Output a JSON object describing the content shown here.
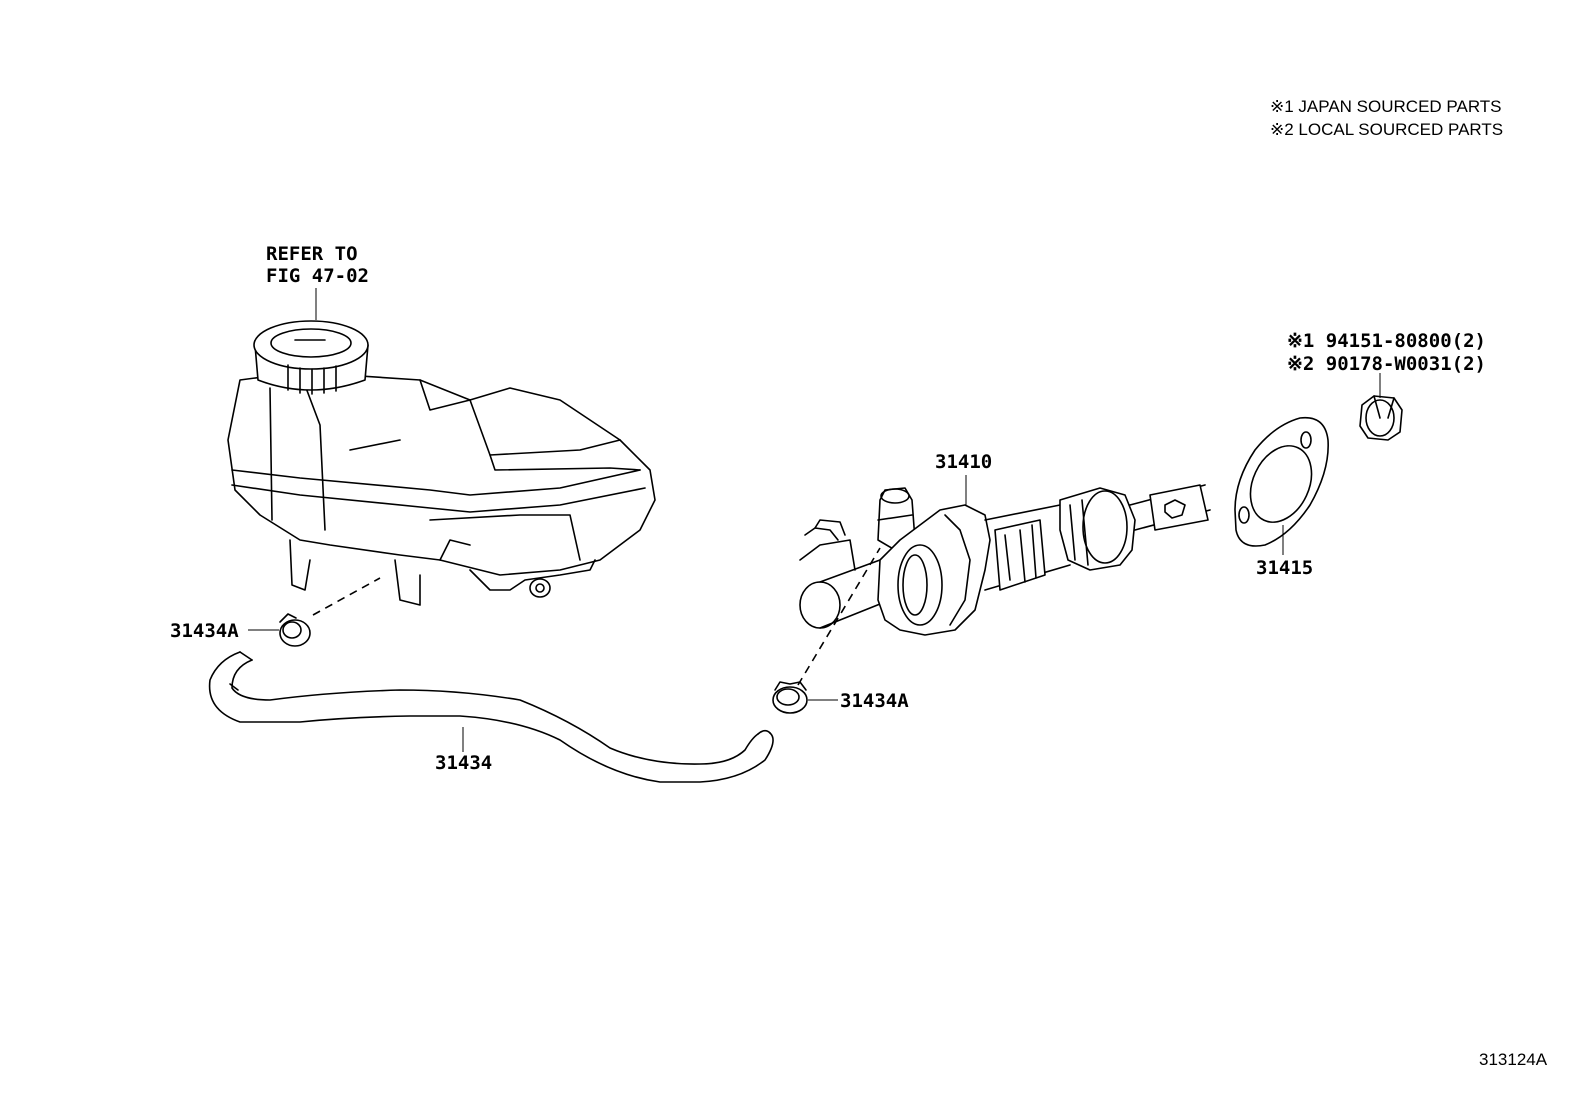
{
  "legend": {
    "line1": "※1 JAPAN SOURCED PARTS",
    "line2": "※2 LOCAL SOURCED PARTS"
  },
  "labels": {
    "refer_line1": "REFER TO",
    "refer_line2": "FIG 47-02",
    "master_cylinder": "31410",
    "gasket": "31415",
    "nut_line1": "※1 94151-80800(2)",
    "nut_line2": "※2 90178-W0031(2)",
    "clip_left": "31434A",
    "clip_right": "31434A",
    "hose": "31434"
  },
  "figure_id": "313124A"
}
